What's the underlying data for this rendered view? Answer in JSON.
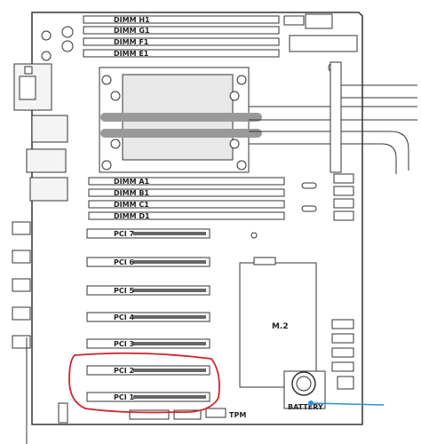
{
  "dimm_top": [
    "DIMM H1",
    "DIMM G1",
    "DIMM F1",
    "DIMM E1"
  ],
  "dimm_bottom": [
    "DIMM A1",
    "DIMM B1",
    "DIMM C1",
    "DIMM D1"
  ],
  "pci_slots": [
    "PCI 7",
    "PCI 6",
    "PCI 5",
    "PCI 4",
    "PCI 3",
    "PCI 2",
    "PCI 1"
  ],
  "m2_label": "M.2",
  "battery_label": "BATTERY",
  "tpm_label": "TPM",
  "colors": {
    "line": "#333333",
    "highlight_circle": "#d0232a",
    "pointer": "#2a8fd6",
    "heatsink": "#cccccc"
  }
}
